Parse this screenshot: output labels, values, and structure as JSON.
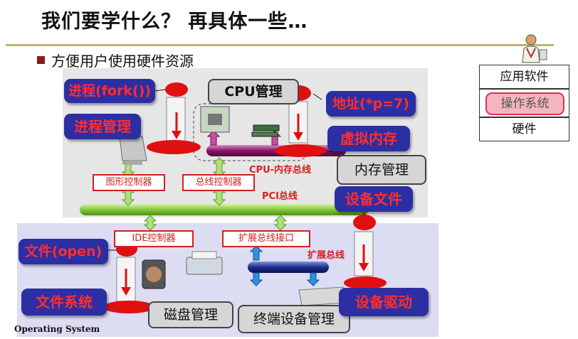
{
  "title": "我们要学什么？  再具体一些…",
  "bullet": "方便用户使用硬件资源",
  "labels": {
    "process": "进程(fork())",
    "process_mgmt": "进程管理",
    "cpu_mgmt": "CPU管理",
    "address": "地址(*p=7)",
    "virtual_mem": "虚拟内存",
    "mem_mgmt": "内存管理",
    "cpu_mem_bus": "CPU-内存总线",
    "graphics_ctrl": "图形控制器",
    "bus_ctrl": "总线控制器",
    "pci_bus": "PCI总线",
    "device_file": "设备文件",
    "file_open": "文件(open)",
    "ide_ctrl": "IDE控制器",
    "ext_bus_if": "扩展总线接口",
    "ext_bus": "扩展总线",
    "file_system": "文件系统",
    "disk_mgmt": "磁盘管理",
    "terminal_mgmt": "终端设备管理",
    "device_driver": "设备驱动"
  },
  "stack": {
    "app": "应用软件",
    "os": "操作系统",
    "hw": "硬件"
  },
  "footer": "Operating System",
  "colors": {
    "pill_bg": "#2c2ea3",
    "pill_text": "#ff2e2e",
    "accent_red": "#e01010",
    "pci_bus": "#86c83a",
    "cpu_mem_bus": "#8a1464",
    "ext_bus": "#1b2d8a"
  }
}
